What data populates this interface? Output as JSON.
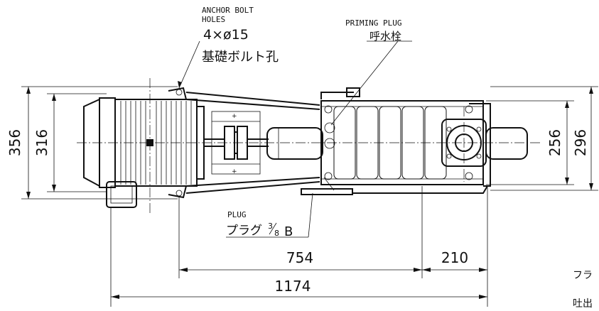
{
  "labels": {
    "anchor_bolt_line1": "ANCHOR BOLT",
    "anchor_bolt_line2": "HOLES",
    "anchor_bolt_spec": "4×ø15",
    "anchor_bolt_jp": "基礎ボルト孔",
    "priming_plug_en": "PRIMING PLUG",
    "priming_plug_jp": "呼水栓",
    "plug_en": "PLUG",
    "plug_jp": "プラグ",
    "plug_size_num": "3",
    "plug_size_den": "8",
    "plug_size_unit": "B",
    "edge_top": "フラ",
    "edge_bottom": "吐出"
  },
  "dimensions": {
    "overall_height": "356",
    "base_height": "316",
    "pump_inner": "256",
    "pump_outer": "296",
    "bolt_span": "754",
    "pump_offset": "210",
    "overall_length": "1174"
  }
}
